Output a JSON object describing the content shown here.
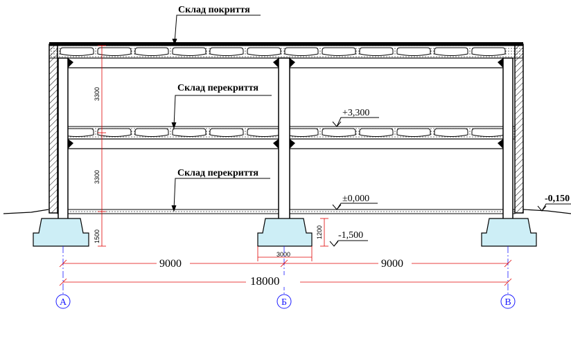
{
  "labels": {
    "roof": "Склад покриття",
    "floor_upper": "Склад перекриття",
    "floor_lower": "Склад перекриття"
  },
  "levels": {
    "mid": "+3,300",
    "ground": "±0,000",
    "foundation": "-1,500",
    "terrain": "-0,150"
  },
  "dimensions": {
    "storey_upper": "3300",
    "storey_lower": "3300",
    "base_depth": "1500",
    "footing_height": "1200",
    "footing_width": "3000",
    "span_left": "9000",
    "span_right": "9000",
    "total": "18000"
  },
  "axes": [
    "А",
    "Б",
    "В"
  ],
  "colors": {
    "footing_fill": "#cdeef6",
    "dimension_red": "#e00000",
    "axis_blue": "#1a1aff"
  }
}
